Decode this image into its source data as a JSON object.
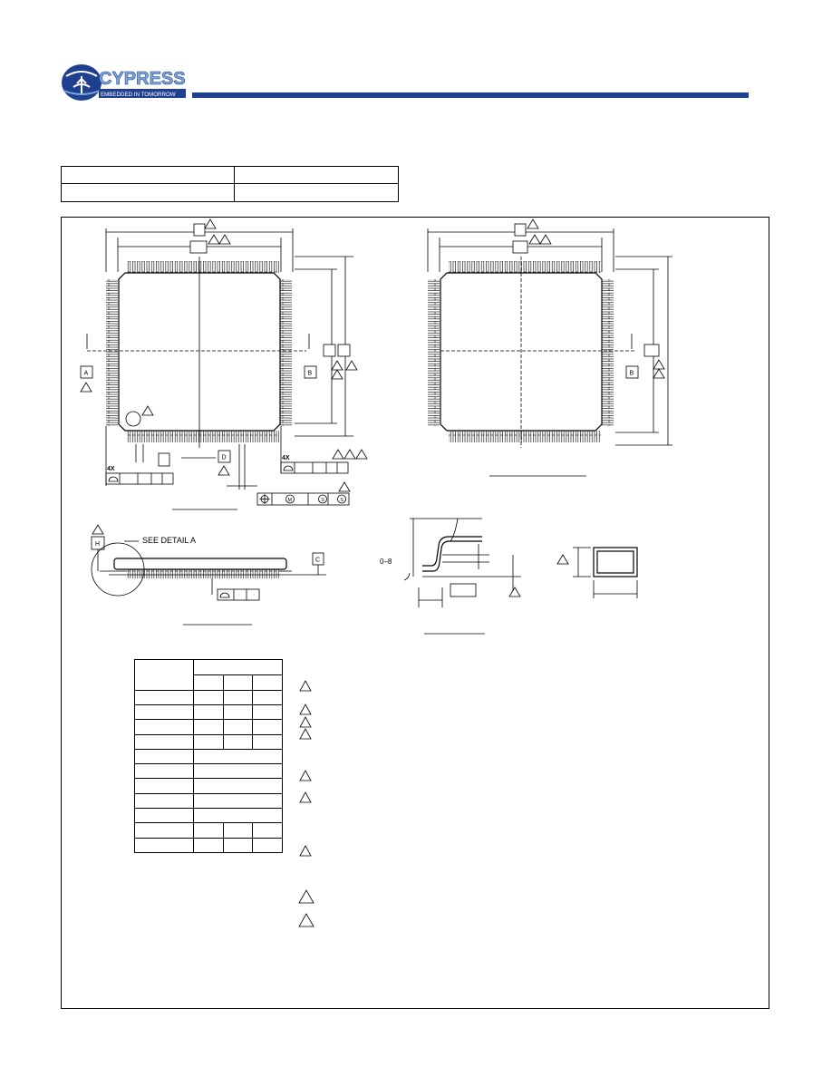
{
  "header": {
    "logo": {
      "brand": "CYPRESS",
      "tagline": "EMBEDDED IN TOMORROW",
      "brand_color": "#1f3f8f",
      "accent_color": "#7ea8dc"
    },
    "rule_color": "#1f3f8f"
  },
  "drawing": {
    "top_view_notes": {
      "count_4x_left": "4X",
      "count_4x_right": "4X"
    },
    "datums": {
      "a": "A",
      "b": "B",
      "b2": "B",
      "c": "C",
      "d": "D",
      "h": "H"
    },
    "side_view": {
      "detail_callout": "SEE DETAIL A"
    },
    "detail_a": {
      "angle_label": "0–8"
    },
    "tolerance_symbols": {
      "m": "M",
      "s1": "S",
      "s2": "S"
    }
  }
}
